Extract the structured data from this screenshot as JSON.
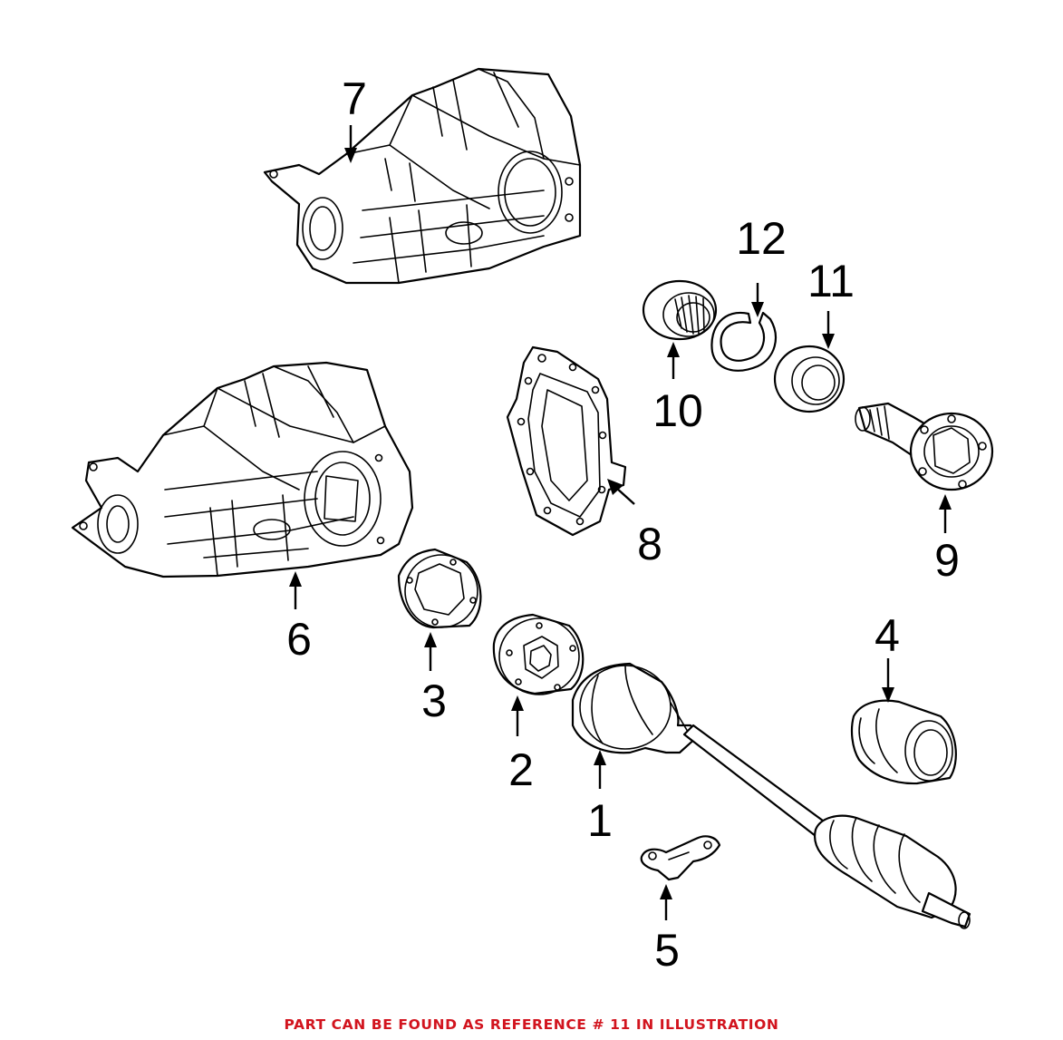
{
  "footer": {
    "note": "PART CAN BE FOUND AS REFERENCE # 11 IN ILLUSTRATION",
    "color": "#d2141e"
  },
  "callouts": [
    {
      "id": "1",
      "label": "1"
    },
    {
      "id": "2",
      "label": "2"
    },
    {
      "id": "3",
      "label": "3"
    },
    {
      "id": "4",
      "label": "4"
    },
    {
      "id": "5",
      "label": "5"
    },
    {
      "id": "6",
      "label": "6"
    },
    {
      "id": "7",
      "label": "7"
    },
    {
      "id": "8",
      "label": "8"
    },
    {
      "id": "9",
      "label": "9"
    },
    {
      "id": "10",
      "label": "10"
    },
    {
      "id": "11",
      "label": "11"
    },
    {
      "id": "12",
      "label": "12"
    }
  ]
}
